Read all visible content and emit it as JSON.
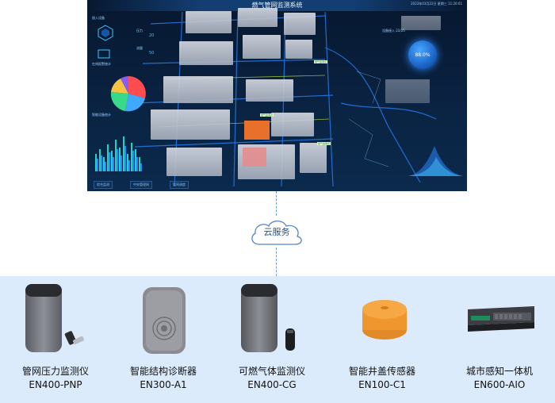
{
  "dashboard": {
    "title": "燃气管网监测系统",
    "timestamp": "2023年03月22日 星期三 11:20:01",
    "panels": {
      "access_label": "接入设备",
      "alarm_label": "在线报警统计",
      "device_label": "智能设备统计",
      "stat_line1": "压力",
      "stat_val1": "20",
      "stat_line2": "流量",
      "stat_val2": "50",
      "count_label": "设备接入 22/25",
      "percent": "88.0%"
    },
    "tags": [
      "燃气监测点",
      "燃气监测点",
      "燃气监测点"
    ],
    "bottom_tabs": [
      "综合监测",
      "中央管理网",
      "管网调度"
    ],
    "pie_colors": [
      "#ff4d4f",
      "#3fa9ff",
      "#39d98a",
      "#f6c244",
      "#8a5cf6"
    ],
    "accent": "#1d6fd6"
  },
  "cloud": {
    "label": "云服务"
  },
  "devices": [
    {
      "name": "管网压力监测仪",
      "model": "EN400-PNP",
      "icon": "pressure-monitor-icon"
    },
    {
      "name": "智能结构诊断器",
      "model": "EN300-A1",
      "icon": "structure-diagnoser-icon"
    },
    {
      "name": "可燃气体监测仪",
      "model": "EN400-CG",
      "icon": "gas-detector-icon"
    },
    {
      "name": "智能井盖传感器",
      "model": "EN100-C1",
      "icon": "manhole-sensor-icon"
    },
    {
      "name": "城市感知一体机",
      "model": "EN600-AIO",
      "icon": "city-server-icon"
    }
  ]
}
